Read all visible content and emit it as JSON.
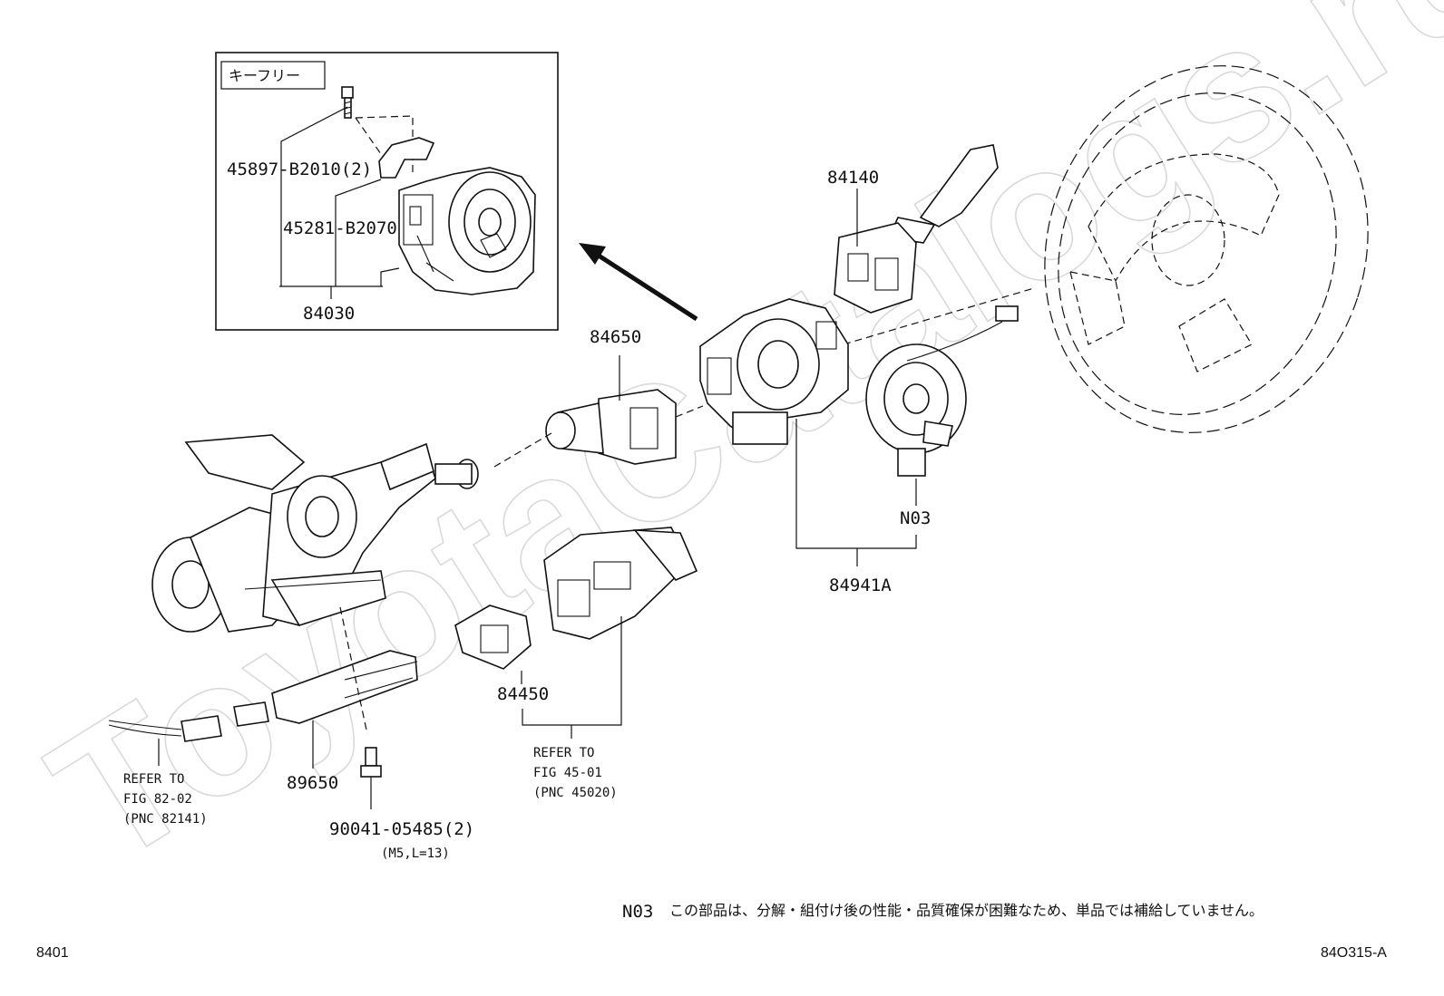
{
  "inset": {
    "caption": "キーフリー",
    "labels": {
      "bolt": "45897-B2010(2)",
      "cover": "45281-B2070",
      "assy": "84030"
    }
  },
  "labels": {
    "p84140": "84140",
    "p84650": "84650",
    "n03": "N03",
    "p84941A": "84941A",
    "p84450": "84450",
    "p89650": "89650",
    "bolt_part": "90041-05485(2)",
    "bolt_spec": "(M5,L=13)"
  },
  "refs": {
    "ref1": [
      "REFER TO",
      "FIG 82-02",
      "(PNC 82141)"
    ],
    "ref2": [
      "REFER TO",
      "FIG 45-01",
      "(PNC 45020)"
    ]
  },
  "note": {
    "code": "N03",
    "text": "この部品は、分解・組付け後の性能・品質確保が困難なため、単品では補給していません。"
  },
  "footer": {
    "left": "8401",
    "right": "84O315-A"
  },
  "watermark": "ToyotaCatalogs.ru"
}
